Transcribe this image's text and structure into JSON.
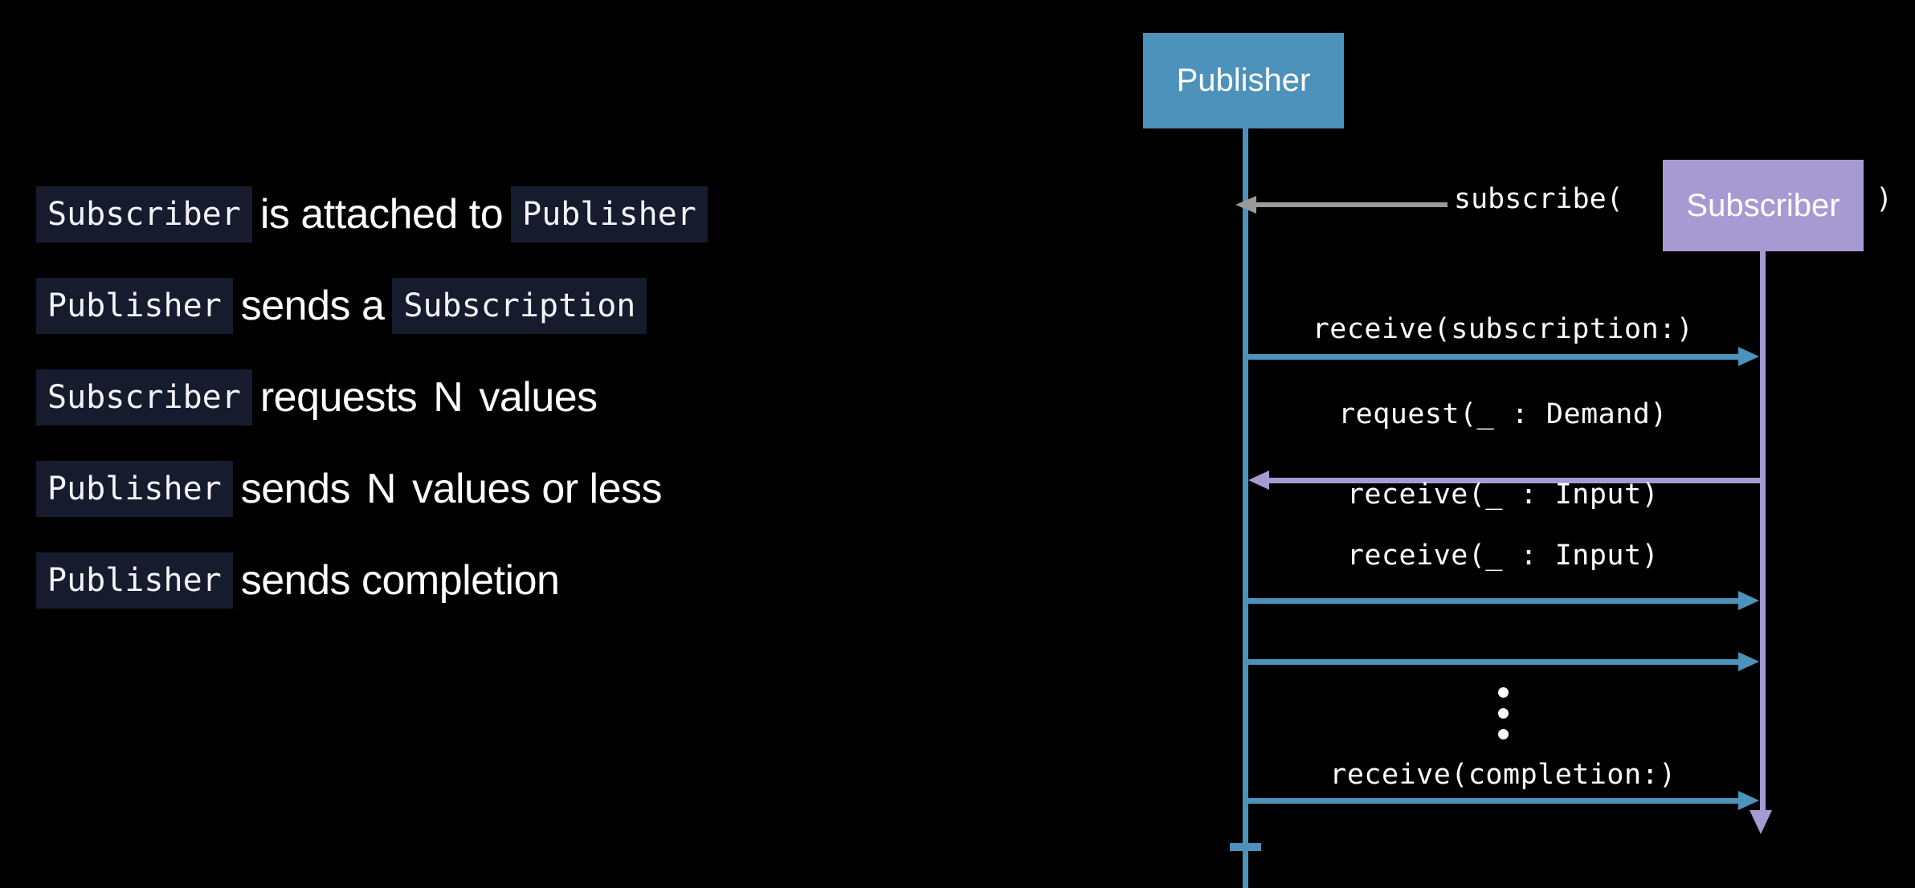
{
  "background_color": "#000000",
  "palette": {
    "publisher": "#4d92ba",
    "subscriber": "#a79ad3",
    "subscribe_arrow": "#9a9a9a",
    "code_chip_bg": "#161b2e",
    "text": "#ffffff"
  },
  "bullets": [
    {
      "parts": [
        {
          "type": "code",
          "text": "Subscriber"
        },
        {
          "type": "prose",
          "text": "is attached to"
        },
        {
          "type": "code",
          "text": "Publisher"
        }
      ]
    },
    {
      "parts": [
        {
          "type": "code",
          "text": "Publisher"
        },
        {
          "type": "prose",
          "text": "sends a"
        },
        {
          "type": "code",
          "text": "Subscription"
        }
      ]
    },
    {
      "parts": [
        {
          "type": "code",
          "text": "Subscriber"
        },
        {
          "type": "prose",
          "text": "requests"
        },
        {
          "type": "italic",
          "text": "N"
        },
        {
          "type": "prose",
          "text": "values"
        }
      ]
    },
    {
      "parts": [
        {
          "type": "code",
          "text": "Publisher"
        },
        {
          "type": "prose",
          "text": "sends"
        },
        {
          "type": "italic",
          "text": "N"
        },
        {
          "type": "prose",
          "text": "values or less"
        }
      ]
    },
    {
      "parts": [
        {
          "type": "code",
          "text": "Publisher"
        },
        {
          "type": "prose",
          "text": "sends completion"
        }
      ]
    }
  ],
  "diagram": {
    "publisher_label": "Publisher",
    "subscriber_label": "Subscriber",
    "subscribe_call_open": "subscribe(",
    "subscribe_call_close": ")",
    "messages": [
      {
        "label": "receive(subscription:)",
        "direction": "to-subscriber",
        "color": "#4d92ba"
      },
      {
        "label": "request(_ : Demand)",
        "direction": "to-publisher",
        "color": "#a79ad3"
      },
      {
        "label": "receive(_ : Input)",
        "direction": "to-subscriber",
        "color": "#4d92ba"
      },
      {
        "label": "receive(_ : Input)",
        "direction": "to-subscriber",
        "color": "#4d92ba"
      },
      {
        "label": "receive(completion:)",
        "direction": "to-subscriber",
        "color": "#4d92ba"
      }
    ],
    "ellipsis": "⋮"
  }
}
